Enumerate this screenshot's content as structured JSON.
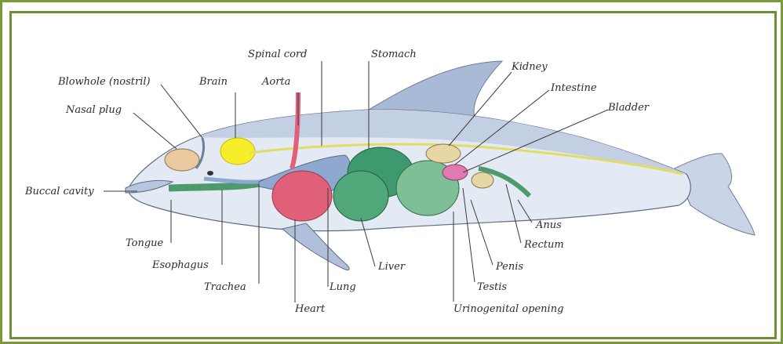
{
  "colors": {
    "frame": "#6e8f33",
    "body": "#dfe6f1",
    "body_shade": "#b8c6dd",
    "fin": "#a9bad6",
    "brain": "#f6ee2a",
    "spinal_cord": "#e3dc62",
    "nasal_plug": "#e8c9a0",
    "lung": "#8fa8d0",
    "heart": "#e0607a",
    "stomach": "#3e9a6e",
    "intestine": "#7fbf98",
    "kidney": "#e7d7a4",
    "bladder": "#e07ab0",
    "esophagus": "#4f9a6c",
    "liver": "#4fa77a"
  },
  "labels": {
    "blowhole": "Blowhole (nostril)",
    "nasal_plug": "Nasal plug",
    "brain": "Brain",
    "spinal_cord": "Spinal cord",
    "aorta": "Aorta",
    "stomach": "Stomach",
    "kidney": "Kidney",
    "intestine": "Intestine",
    "bladder": "Bladder",
    "buccal_cavity": "Buccal cavity",
    "tongue": "Tongue",
    "esophagus": "Esophagus",
    "trachea": "Trachea",
    "heart": "Heart",
    "lung": "Lung",
    "liver": "Liver",
    "anus": "Anus",
    "rectum": "Rectum",
    "penis": "Penis",
    "testis": "Testis",
    "urinogenital_opening": "Urinogenital opening"
  }
}
